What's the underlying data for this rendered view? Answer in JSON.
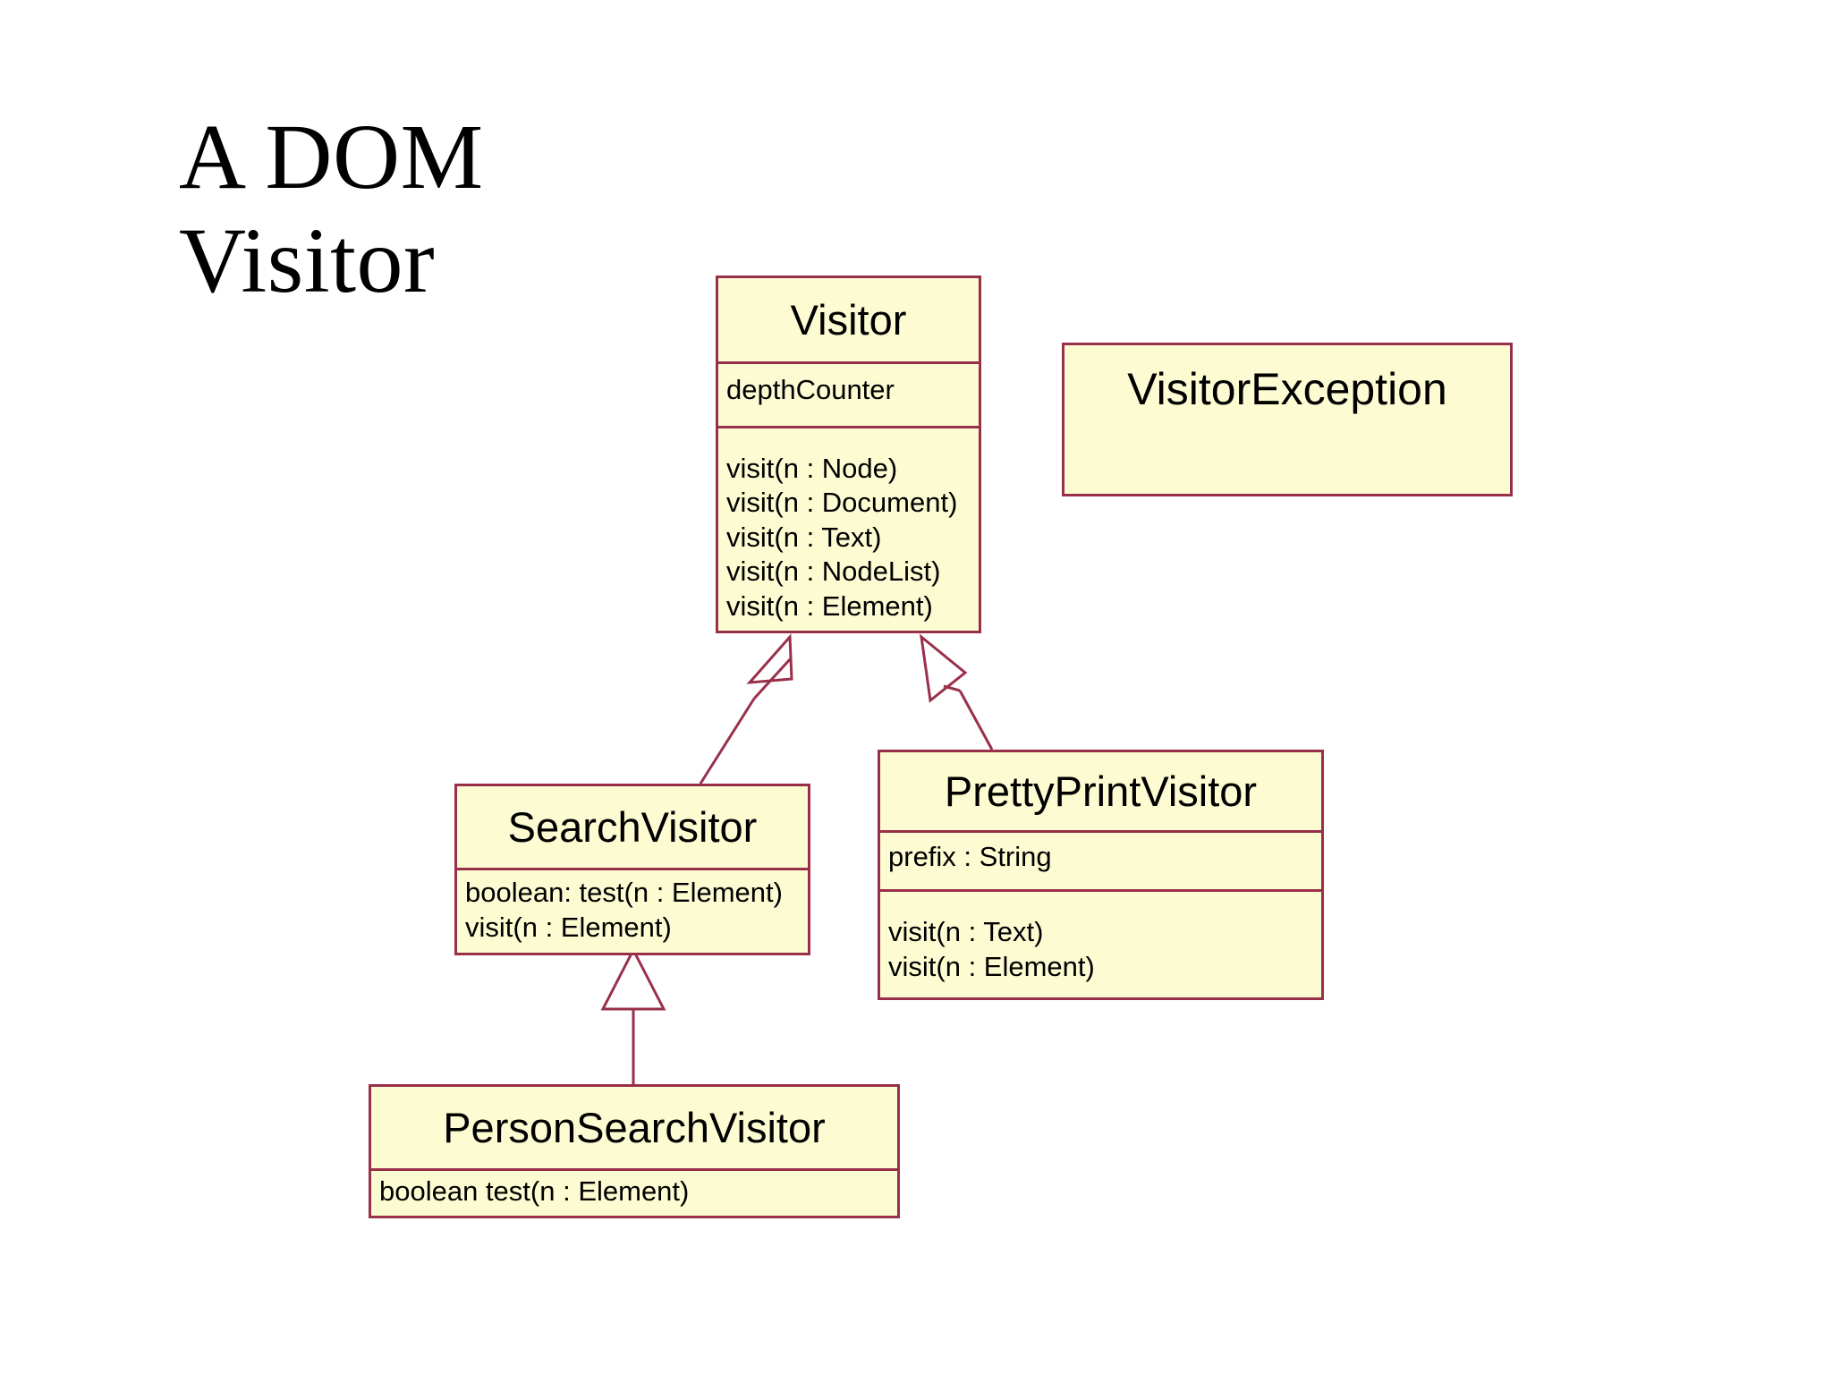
{
  "slide": {
    "title": "A DOM\nVisitor",
    "background_color": "#ffffff",
    "box_fill_color": "#fcfbd2",
    "box_border_color": "#99304a"
  },
  "diagram": {
    "type": "uml-class-diagram",
    "classes": [
      {
        "id": "visitor",
        "name": "Visitor",
        "attributes": [
          "depthCounter"
        ],
        "operations": [
          "visit(n : Node)",
          "visit(n : Document)",
          "visit(n : Text)",
          "visit(n : NodeList)",
          "visit(n : Element)"
        ]
      },
      {
        "id": "visitorexception",
        "name": "VisitorException",
        "attributes": [],
        "operations": []
      },
      {
        "id": "searchvisitor",
        "name": "SearchVisitor",
        "attributes": [],
        "operations": [
          "boolean: test(n : Element)",
          "visit(n : Element)"
        ]
      },
      {
        "id": "prettyprintvisitor",
        "name": "PrettyPrintVisitor",
        "attributes": [
          "prefix : String"
        ],
        "operations": [
          "visit(n : Text)",
          "visit(n : Element)"
        ]
      },
      {
        "id": "personsearchvisitor",
        "name": "PersonSearchVisitor",
        "attributes": [],
        "operations": [
          "boolean test(n : Element)"
        ]
      }
    ],
    "relationships": [
      {
        "kind": "generalization",
        "from": "searchvisitor",
        "to": "visitor"
      },
      {
        "kind": "generalization",
        "from": "prettyprintvisitor",
        "to": "visitor"
      },
      {
        "kind": "generalization",
        "from": "personsearchvisitor",
        "to": "searchvisitor"
      }
    ]
  }
}
